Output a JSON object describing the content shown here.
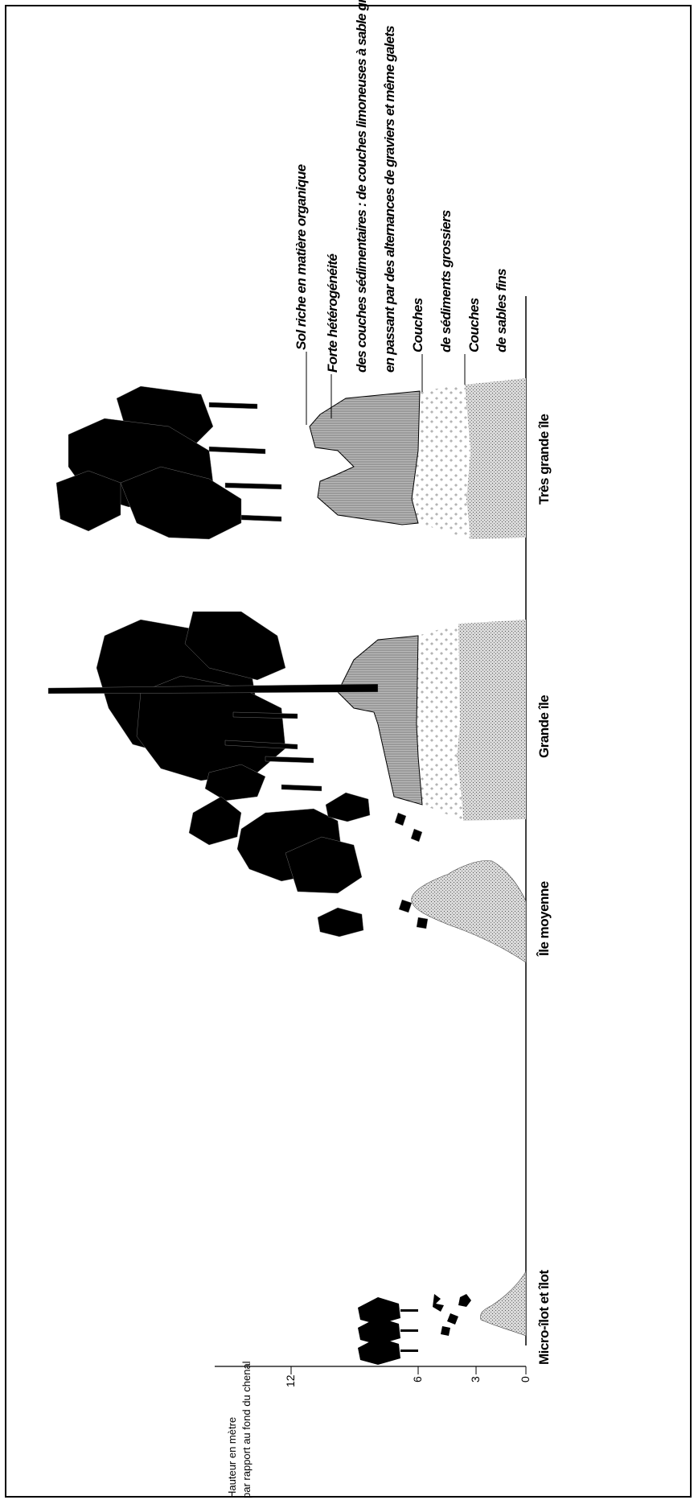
{
  "axis": {
    "title_line1": "Hauteur en mètre",
    "title_line2": "par rapport au fond du chenal",
    "ticks": [
      "0",
      "3",
      "6",
      "12"
    ]
  },
  "islands": [
    {
      "label": "Micro-îlot et îlot"
    },
    {
      "label": "Île moyenne"
    },
    {
      "label": "Grande île"
    },
    {
      "label": "Très grande île"
    }
  ],
  "legend": {
    "sol": "Sol riche en matière organique",
    "forte_1": "Forte hétérogénéité",
    "forte_2": "des couches sédimentaires : de couches limoneuses à sable grossier",
    "forte_3": "en passant par des alternances de graviers et même galets",
    "grossiers_1": "Couches",
    "grossiers_2": "de sédiments grossiers",
    "fins_1": "Couches",
    "fins_2": "de sables fins"
  },
  "colors": {
    "ink": "#000000",
    "sand": "#cfcfcf",
    "silt": "#a8a8a8"
  }
}
